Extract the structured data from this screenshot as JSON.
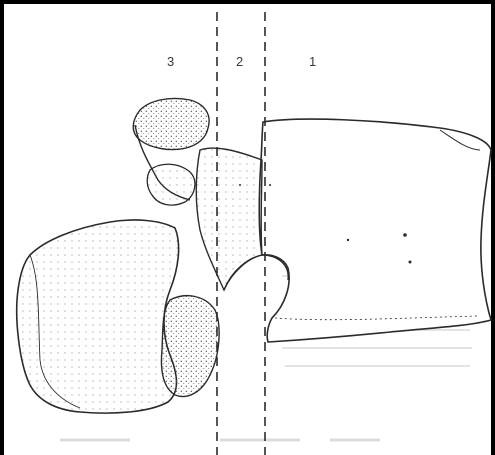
{
  "diagram": {
    "zone_labels": [
      "3",
      "2",
      "1"
    ],
    "colors": {
      "line": "#2b2b2b",
      "stipple": "#4a4a4a",
      "bleed_text": "#d4d4d4",
      "frame": "#000000"
    }
  }
}
